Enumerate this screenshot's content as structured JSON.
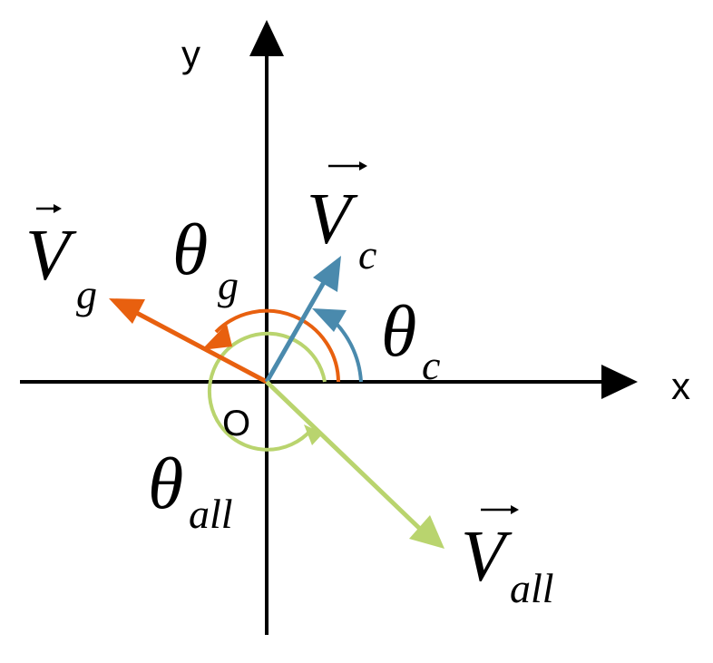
{
  "axes": {
    "x_label": "x",
    "y_label": "y",
    "origin_label": "O"
  },
  "vectors": {
    "g": {
      "symbol": "V",
      "subscript": "g",
      "color": "#E8600F"
    },
    "c": {
      "symbol": "V",
      "subscript": "c",
      "color": "#4A8AAD"
    },
    "all": {
      "symbol": "V",
      "subscript": "all",
      "color": "#B9D46E"
    }
  },
  "angles": {
    "theta_g": {
      "symbol": "θ",
      "subscript": "g"
    },
    "theta_c": {
      "symbol": "θ",
      "subscript": "c"
    },
    "theta_all": {
      "symbol": "θ",
      "subscript": "all"
    }
  },
  "colors": {
    "axis": "#000000",
    "orange": "#E8600F",
    "blue": "#4A8AAD",
    "green": "#B9D46E"
  }
}
